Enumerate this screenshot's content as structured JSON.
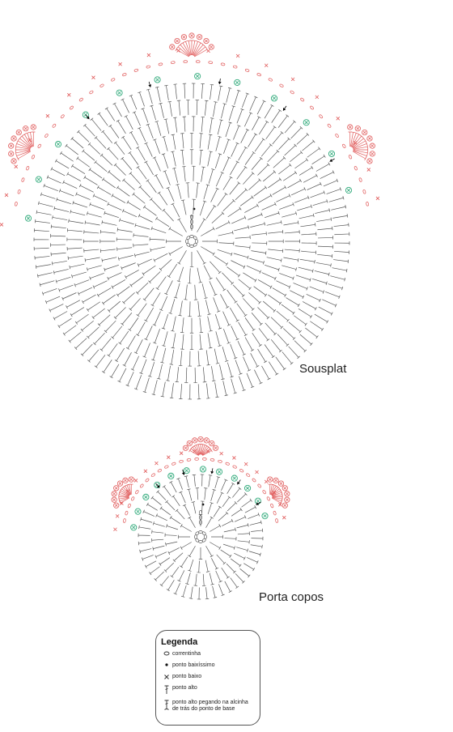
{
  "captions": {
    "sousplat": "Sousplat",
    "porta_copos": "Porta copos"
  },
  "legend": {
    "title": "Legenda",
    "items": [
      {
        "icon": "chain-stitch-icon",
        "label": "correntinha"
      },
      {
        "icon": "slip-stitch-icon",
        "label": "ponto baixíssimo"
      },
      {
        "icon": "single-crochet-icon",
        "label": "ponto baixo"
      },
      {
        "icon": "double-crochet-icon",
        "label": "ponto alto"
      },
      {
        "icon": "back-loop-double-crochet-icon",
        "label": "ponto alto pegando na alcinha de trás do ponto de base"
      }
    ]
  },
  "colors": {
    "stitch_gray": "#555555",
    "red_stitch": "#e05a5a",
    "green_stitch": "#2faa7a",
    "arrow": "#000000"
  }
}
